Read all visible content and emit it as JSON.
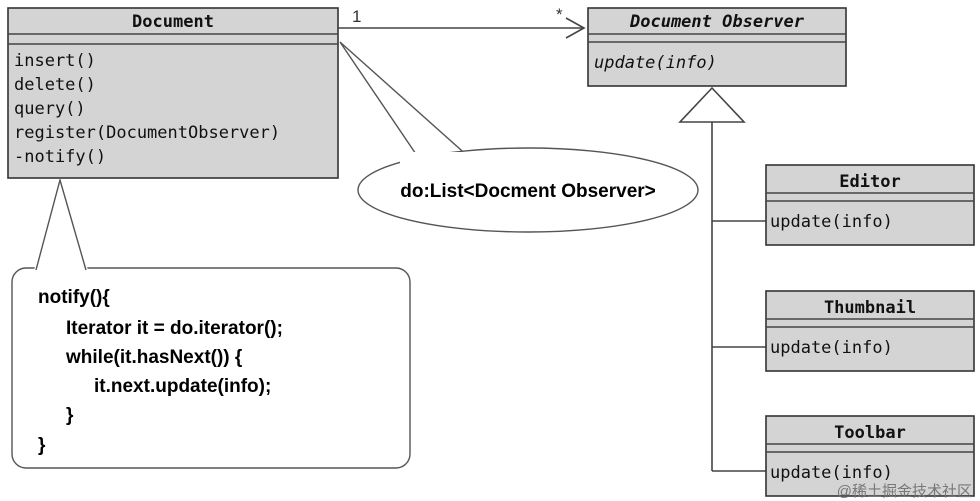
{
  "document_class": {
    "name": "Document",
    "operations": [
      "insert()",
      "delete()",
      "query()",
      "register(DocumentObserver)",
      "-notify()"
    ]
  },
  "observer_interface": {
    "name": "Document Observer",
    "operations": [
      "update(info)"
    ]
  },
  "association": {
    "source_multiplicity": "1",
    "target_multiplicity": "*"
  },
  "field_note": "do:List<Docment Observer>",
  "notify_note": {
    "lines": [
      "notify(){",
      "Iterator it = do.iterator();",
      "while(it.hasNext()) {",
      "it.next.update(info);",
      "}",
      "}"
    ]
  },
  "subclasses": [
    {
      "name": "Editor",
      "operation": "update(info)"
    },
    {
      "name": "Thumbnail",
      "operation": "update(info)"
    },
    {
      "name": "Toolbar",
      "operation": "update(info)"
    }
  ],
  "watermark": "@稀土掘金技术社区"
}
